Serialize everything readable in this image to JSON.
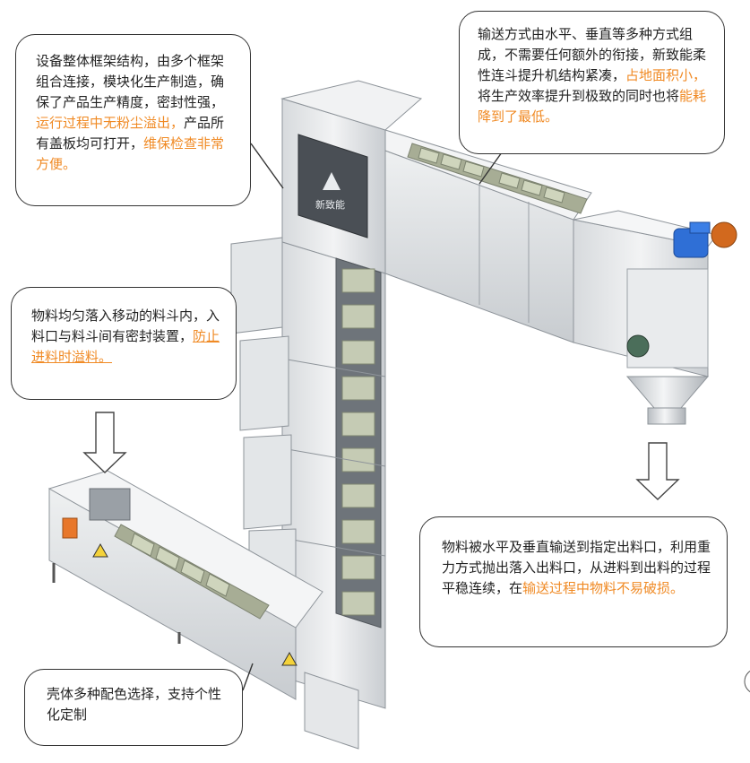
{
  "callouts": {
    "frame_structure": {
      "segments": [
        {
          "text": "设备整体框架结构，由多个框架组合连接，模块化生产制造，确保了产品生产精度，密封性强，",
          "style": "normal"
        },
        {
          "text": "运行过程中无粉尘溢出，",
          "style": "highlight"
        },
        {
          "text": "产品所有盖板均可打开，",
          "style": "normal"
        },
        {
          "text": "维保检查非常方便。",
          "style": "highlight"
        }
      ]
    },
    "conveying_modes": {
      "segments": [
        {
          "text": "输送方式由水平、垂直等多种方式组成，不需要任何额外的衔接，新致能柔性连斗提升机结构紧凑，",
          "style": "normal"
        },
        {
          "text": "占地面积小，",
          "style": "highlight"
        },
        {
          "text": "将生产效率提升到极致的同时也将",
          "style": "normal"
        },
        {
          "text": "能耗降到了最低。",
          "style": "highlight"
        }
      ]
    },
    "feeding": {
      "segments": [
        {
          "text": "物料均匀落入移动的料斗内，入料口与料斗间有密封装置，",
          "style": "normal"
        },
        {
          "text": "防止进料时溢料。",
          "style": "highlight-underline"
        }
      ]
    },
    "discharge": {
      "segments": [
        {
          "text": "物料被水平及垂直输送到指定出料口，利用重力方式抛出落入出料口，从进料到出料的过程平稳连续，在",
          "style": "normal"
        },
        {
          "text": "输送过程中物料不易破损。",
          "style": "highlight"
        }
      ]
    },
    "color_options": {
      "segments": [
        {
          "text": "壳体多种配色选择，支持个性化定制",
          "style": "normal"
        }
      ]
    }
  },
  "brand": {
    "logo_text": "新致能"
  },
  "colors": {
    "highlight": "#f08a24",
    "frame": "#e6e8ea",
    "frame_dark": "#b9bec3",
    "bucket": "#c9cfb8",
    "motor": "#2f6fd6",
    "logo_panel": "#4a4f55"
  },
  "icons": [
    "down-arrow-icon",
    "warning-icon",
    "motor-icon",
    "logo-mark-icon"
  ]
}
